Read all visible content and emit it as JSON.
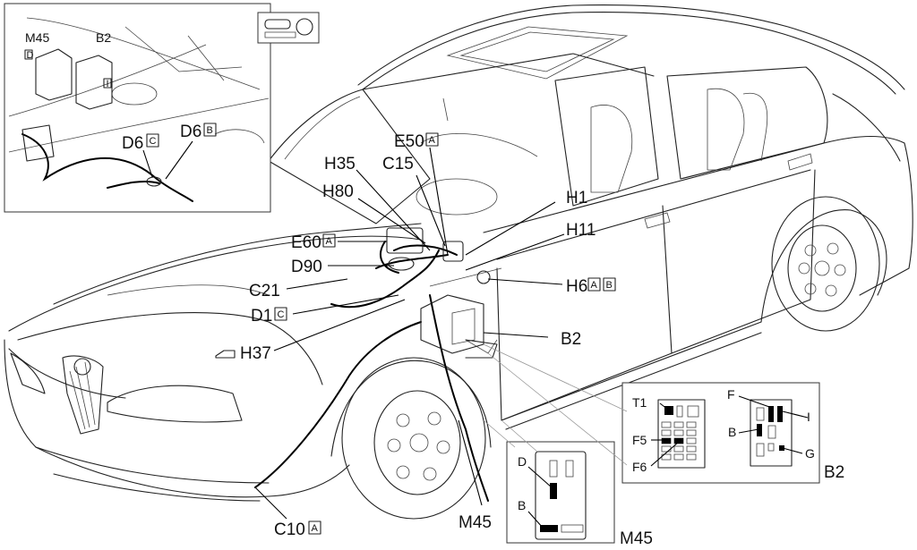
{
  "labels": {
    "m45_inset": "M45",
    "b2_inset": "B2",
    "d6c": "D6",
    "d6c_box": "C",
    "d6b": "D6",
    "d6b_box": "B",
    "e50": "E50",
    "e50_box": "A",
    "h35": "H35",
    "c15": "C15",
    "h80": "H80",
    "h1": "H1",
    "h11": "H11",
    "e60": "E60",
    "e60_box": "A",
    "d90": "D90",
    "c21": "C21",
    "h6": "H6",
    "h6_box_a": "A",
    "h6_box_b": "B",
    "d1": "D1",
    "d1_box": "C",
    "b2": "B2",
    "h37": "H37",
    "c10": "C10",
    "c10_box": "A",
    "m45_main": "M45"
  },
  "inset_small": {
    "d": "D",
    "i": "I"
  },
  "b2_detail": {
    "title": "B2",
    "pins": {
      "t1": "T1",
      "f5": "F5",
      "f6": "F6",
      "f": "F",
      "i": "I",
      "b": "B",
      "g": "G"
    }
  },
  "m45_detail": {
    "title": "M45",
    "pins": {
      "d": "D",
      "b": "B"
    }
  }
}
